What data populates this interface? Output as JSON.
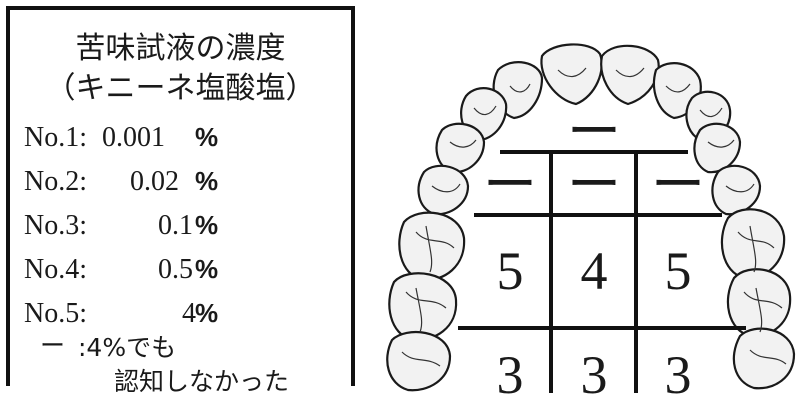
{
  "legend": {
    "title_line1": "苦味試液の濃度",
    "title_line2": "（キニーネ塩酸塩）",
    "levels": [
      {
        "label": "No.1:",
        "value": "0.001",
        "unit": "%"
      },
      {
        "label": "No.2:",
        "value": "0.02",
        "unit": "%"
      },
      {
        "label": "No.3:",
        "value": "0.1",
        "unit": "%"
      },
      {
        "label": "No.4:",
        "value": "0.5",
        "unit": "%"
      },
      {
        "label": "No.5:",
        "value": "4",
        "unit": "%"
      }
    ],
    "none_symbol": "ー",
    "none_note_line1": ":4%でも",
    "none_note_line2": "認知しなかった"
  },
  "palate_grid": {
    "anterior": "ー",
    "row1": [
      "ー",
      "ー",
      "ー"
    ],
    "row2": [
      "5",
      "4",
      "5"
    ],
    "row3": [
      "3",
      "3",
      "3"
    ]
  }
}
